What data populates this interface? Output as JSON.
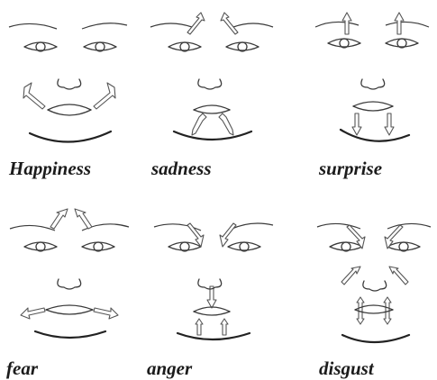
{
  "figure": {
    "expressions": [
      {
        "key": "happiness",
        "label": "Happiness"
      },
      {
        "key": "sadness",
        "label": "sadness"
      },
      {
        "key": "surprise",
        "label": "surprise"
      },
      {
        "key": "fear",
        "label": "fear"
      },
      {
        "key": "anger",
        "label": "anger"
      },
      {
        "key": "disgust",
        "label": "disgust"
      }
    ]
  }
}
